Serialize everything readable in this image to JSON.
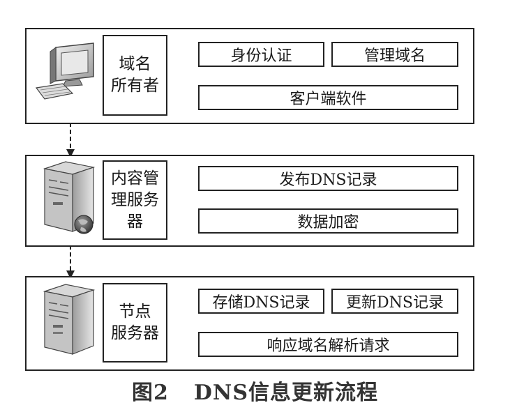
{
  "layers": [
    {
      "label": "域名\n所有者",
      "icon": "computer-icon",
      "items": [
        "身份认证",
        "管理域名",
        "客户端软件"
      ]
    },
    {
      "label": "内容管\n理服务\n器",
      "icon": "server-globe-icon",
      "items": [
        "发布DNS记录",
        "数据加密"
      ]
    },
    {
      "label": "节点\n服务器",
      "icon": "server-icon",
      "items": [
        "存储DNS记录",
        "更新DNS记录",
        "响应域名解析请求"
      ]
    }
  ],
  "caption": {
    "figure": "图2",
    "title": "DNS信息更新流程"
  },
  "colors": {
    "stroke": "#222222",
    "arrow": "#222222"
  }
}
